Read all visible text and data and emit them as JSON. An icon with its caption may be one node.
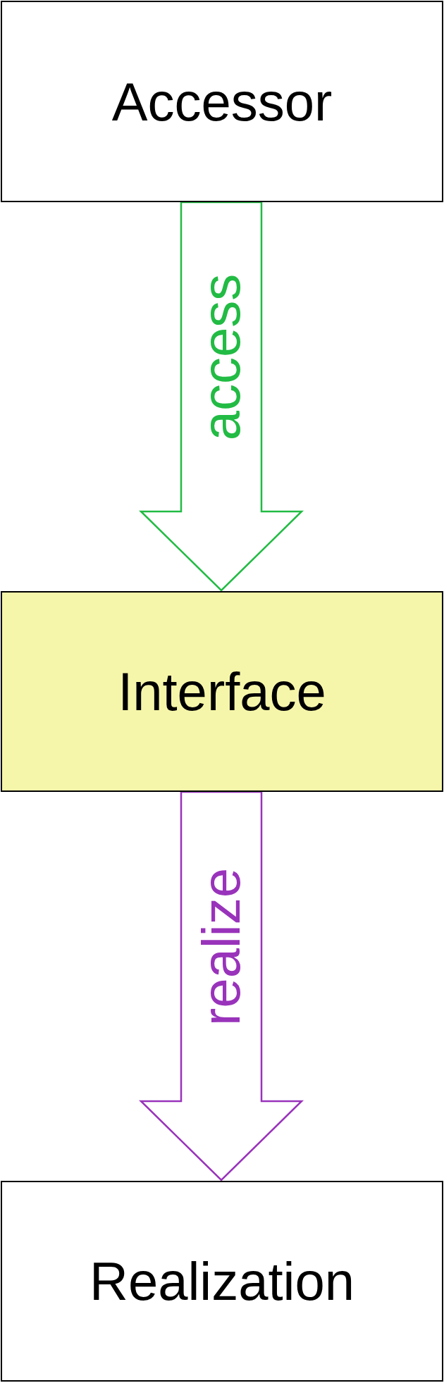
{
  "diagram": {
    "nodes": [
      {
        "text": [
          "Accessor"
        ]
      },
      {
        "text": [
          "Interface"
        ]
      },
      {
        "text": [
          "Realization"
        ]
      }
    ],
    "edges": [
      {
        "from": 0,
        "to": 1,
        "arrow": "to",
        "label": "access",
        "color": "#22bb44"
      },
      {
        "from": 1,
        "to": 2,
        "arrow": "to",
        "label": "realize",
        "color": "#9933bb"
      }
    ]
  }
}
